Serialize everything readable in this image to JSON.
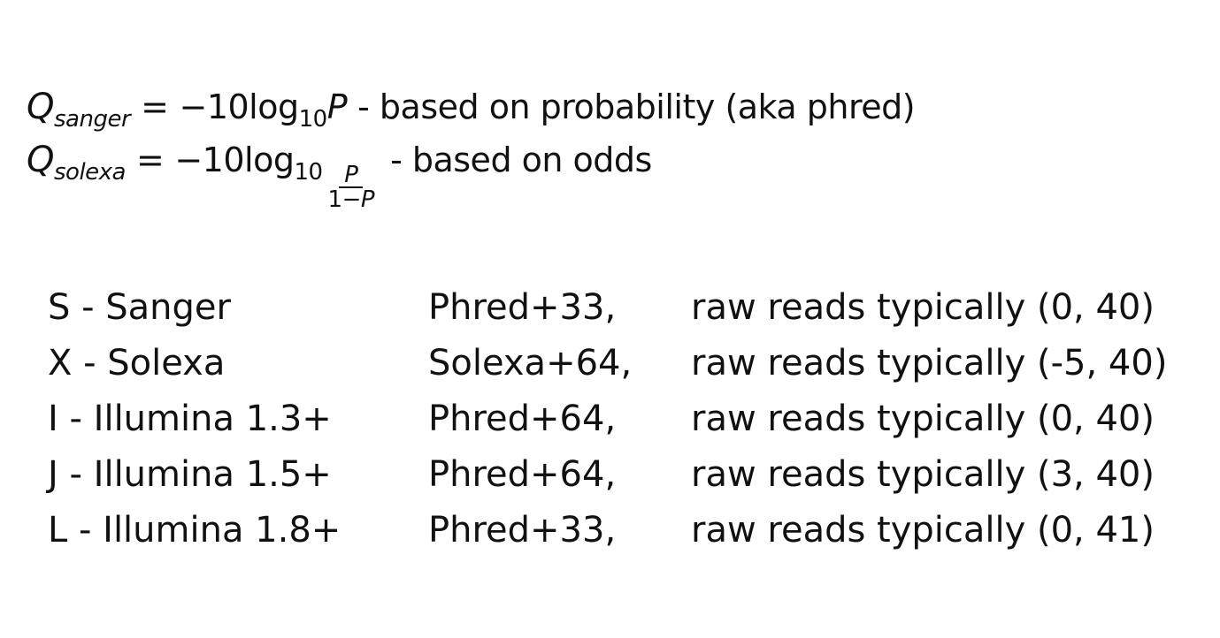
{
  "formulas": [
    {
      "lhs": "Q",
      "subscript": "sanger",
      "equals": "=",
      "rhs_prefix": "−10log",
      "log_base": "10",
      "rhs_arg": "P",
      "description": "- based on probability (aka phred)"
    },
    {
      "lhs": "Q",
      "subscript": "solexa",
      "equals": "=",
      "rhs_prefix": "−10log",
      "log_base": "10",
      "fraction_numerator": "P",
      "fraction_denominator_prefix": "1−",
      "fraction_denominator_var": "P",
      "description": "- based on odds"
    }
  ],
  "encodings": [
    {
      "name": "S - Sanger",
      "offset": "Phred+33,",
      "range": "raw reads typically (0, 40)"
    },
    {
      "name": "X - Solexa",
      "offset": "Solexa+64,",
      "range": "raw reads typically (-5, 40)"
    },
    {
      "name": "I - Illumina 1.3+",
      "offset": "Phred+64,",
      "range": "raw reads typically (0, 40)"
    },
    {
      "name": "J - Illumina 1.5+",
      "offset": "Phred+64,",
      "range": "raw reads typically (3, 40)"
    },
    {
      "name": "L - Illumina 1.8+",
      "offset": "Phred+33,",
      "range": "raw reads typically (0, 41)"
    }
  ]
}
